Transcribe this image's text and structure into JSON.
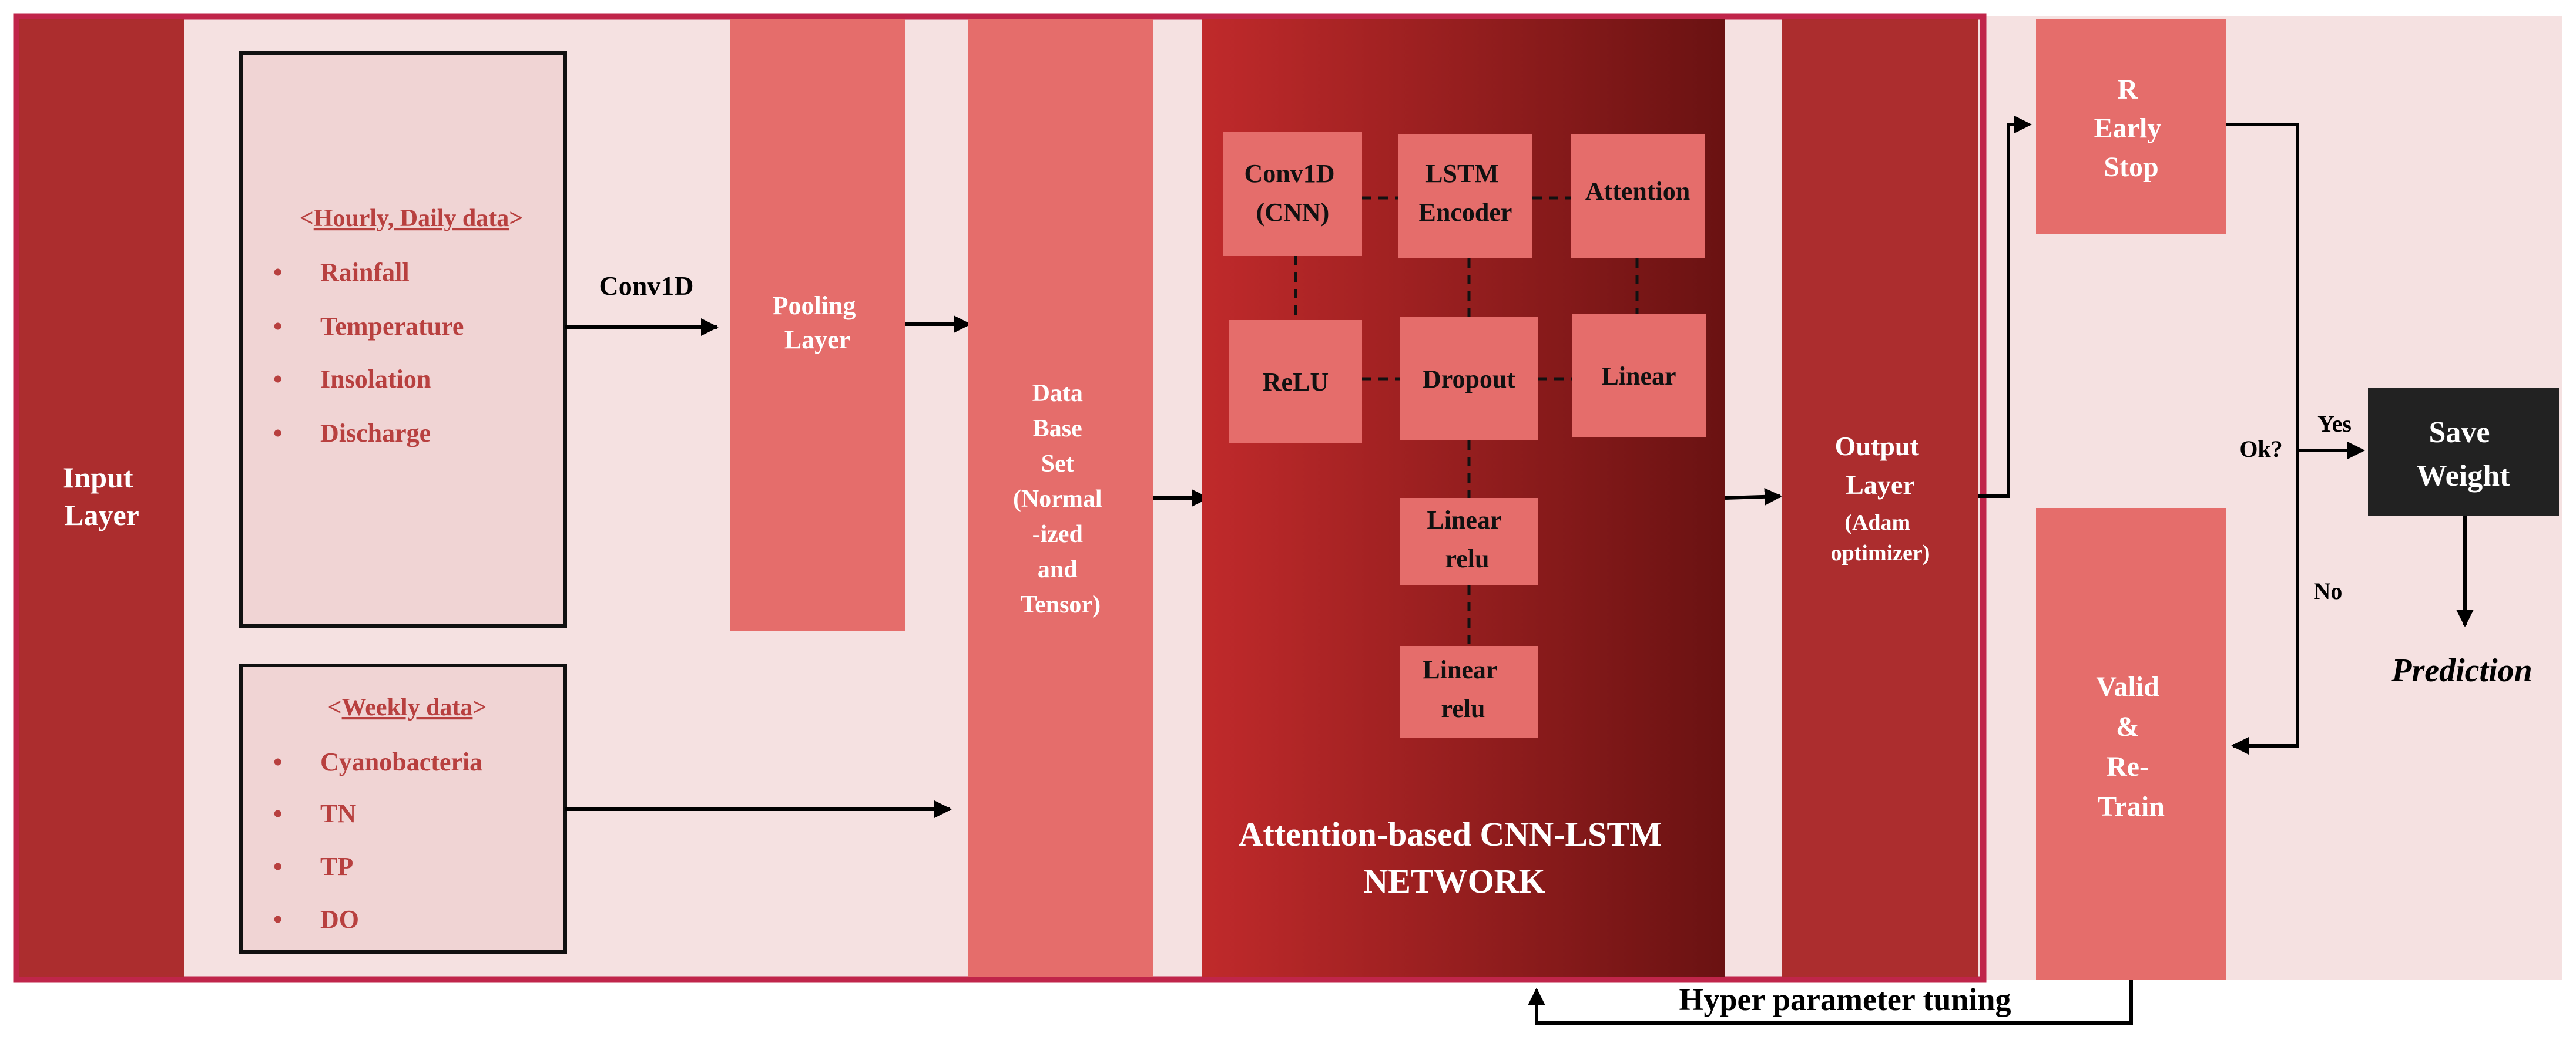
{
  "input_layer": {
    "lines": [
      "Input",
      "Layer"
    ]
  },
  "hourly_box": {
    "header_open": "<",
    "header": "Hourly, Daily data",
    "header_close": ">",
    "items": [
      "Rainfall",
      "Temperature",
      "Insolation",
      "Discharge"
    ]
  },
  "weekly_box": {
    "header_open": "<",
    "header": "Weekly data",
    "header_close": ">",
    "items": [
      "Cyanobacteria",
      "TN",
      "TP",
      "DO"
    ]
  },
  "bullet": "•",
  "conv1d_arrow_label": "Conv1D",
  "pooling_layer": {
    "lines": [
      "Pooling",
      "Layer"
    ]
  },
  "data_base_set": {
    "lines": [
      "Data",
      "Base",
      "Set",
      "(Normal",
      "-ized",
      "and",
      "Tensor)"
    ]
  },
  "network": {
    "blocks": {
      "conv1d": [
        "Conv1D",
        "(CNN)"
      ],
      "lstm": [
        "LSTM",
        "Encoder"
      ],
      "attention": [
        "Attention"
      ],
      "relu": [
        "ReLU"
      ],
      "dropout": [
        "Dropout"
      ],
      "linear": [
        "Linear"
      ],
      "linear_relu_1": [
        "Linear",
        "relu"
      ],
      "linear_relu_2": [
        "Linear",
        "relu"
      ]
    },
    "title_lines": [
      "Attention-based CNN-LSTM",
      "NETWORK"
    ]
  },
  "output_layer": {
    "lines": [
      "Output",
      "Layer"
    ],
    "sub_lines": [
      "(Adam",
      "optimizer)"
    ]
  },
  "early_stop": {
    "lines": [
      "R",
      "Early",
      "Stop"
    ]
  },
  "valid_retrain": {
    "lines": [
      "Valid",
      "&",
      "Re-",
      "Train"
    ]
  },
  "decision": {
    "question": "Ok?",
    "yes": "Yes",
    "no": "No"
  },
  "save_weight": {
    "lines": [
      "Save",
      "Weight"
    ]
  },
  "prediction": "Prediction",
  "hyper_tuning": "Hyper parameter tuning",
  "colors": {
    "dark_red": "#ac2d2e",
    "medium_red": "#e56d6b",
    "pale_pink": "#f5e1e1",
    "box_pink": "#f0d4d4",
    "frame": "#c0254a",
    "gradient_start": "#c02a2b",
    "gradient_end": "#6a1212",
    "bullet_text": "#b8403f",
    "black_box": "#222222"
  }
}
